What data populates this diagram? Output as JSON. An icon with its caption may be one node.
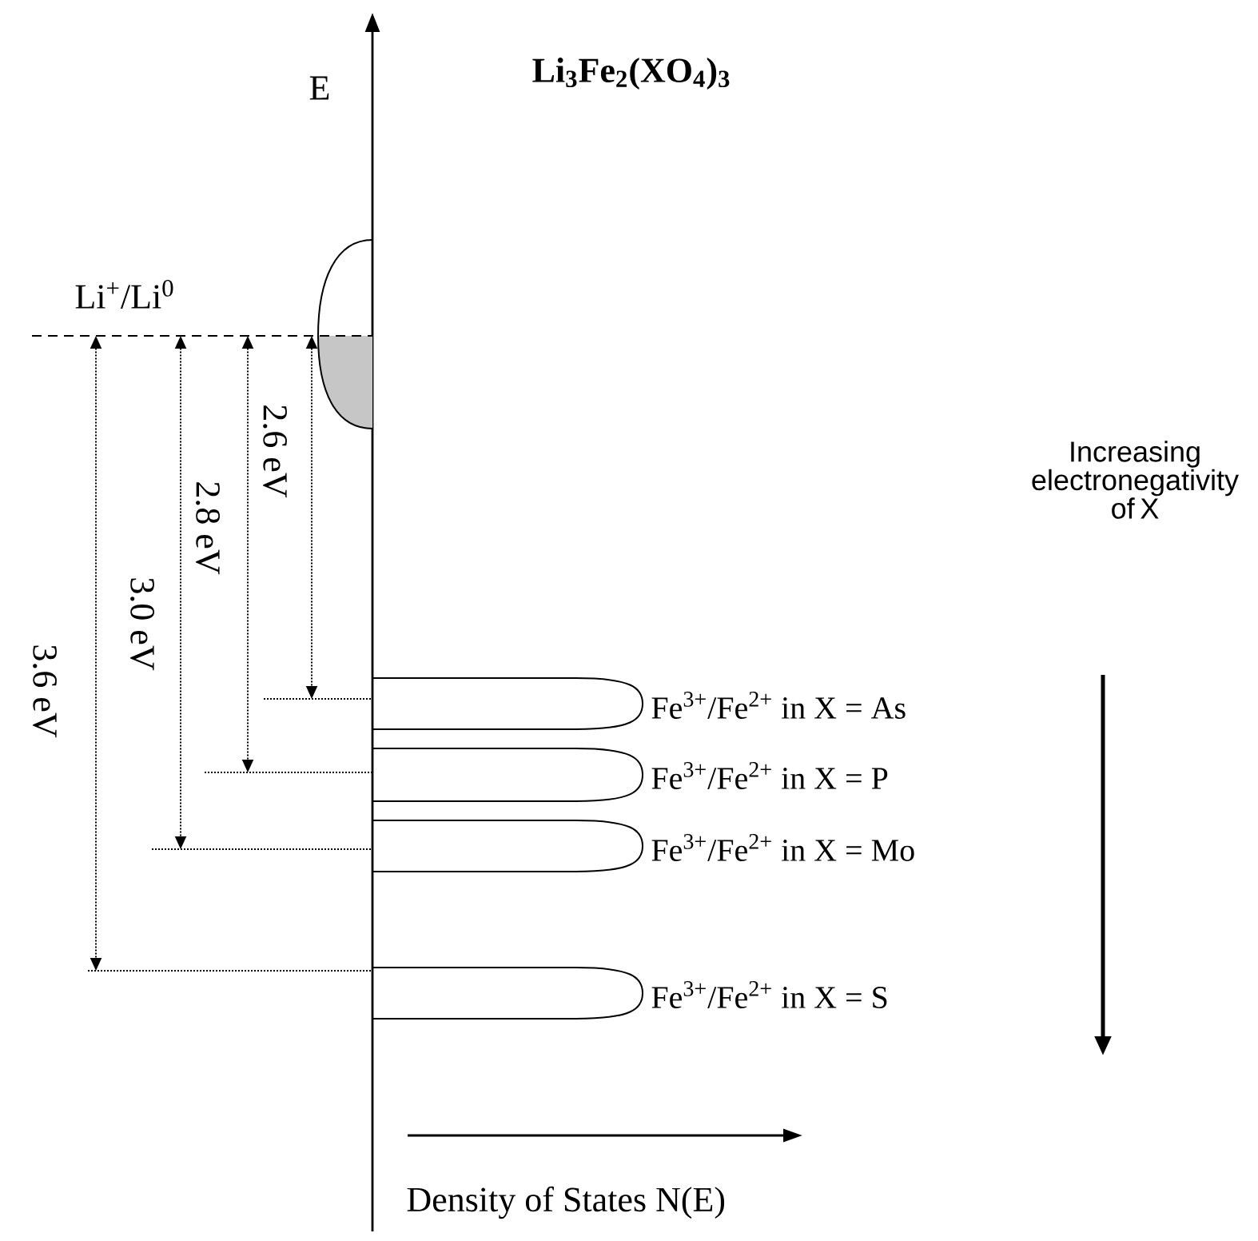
{
  "diagram": {
    "title": "Li$_{3}$Fe$_{2}$(XO$_{4}$)$_{3}$",
    "labels": [
      "E",
      "Li$^{+}$/Li$^{0}$",
      "2.6 eV",
      "2.8 eV",
      "3.0 eV",
      "3.6 eV",
      "Increasing electronegativity of X",
      "Fe$^{3+}$/Fe$^{2+}$ in X = As",
      "Fe$^{3+}$/Fe$^{2+}$ in X = P",
      "Fe$^{3+}$/Fe$^{2+}$ in X = Mo",
      "Fe$^{3+}$/Fe$^{2+}$ in X = S",
      "Density of States N(E)"
    ]
  }
}
